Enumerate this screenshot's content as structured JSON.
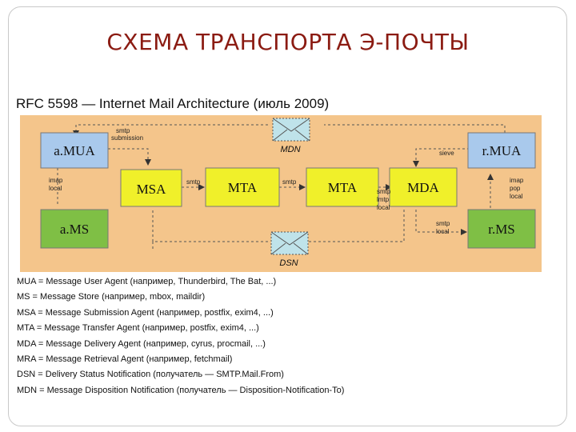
{
  "slide": {
    "title": "СХЕМА ТРАНСПОРТА Э-ПОЧТЫ",
    "subtitle": "RFC 5598 — Internet Mail Architecture (июль 2009)"
  },
  "diagram": {
    "colors": {
      "background": "#f4c58b",
      "blue": "#a9c9ec",
      "yellow": "#f0f02a",
      "green": "#7fbf45",
      "line": "#555555",
      "env_fill": "#bfe3ea"
    },
    "nodes": {
      "amua": "a.MUA",
      "rmua": "r.MUA",
      "msa": "MSA",
      "mta1": "MTA",
      "mta2": "MTA",
      "mda": "MDA",
      "ams": "a.MS",
      "rms": "r.MS"
    },
    "edge_labels": {
      "smtp_submission_1": "smtp",
      "smtp_submission_2": "submission",
      "imap_local_1": "imap",
      "imap_local_2": "local",
      "msa_smtp": "smtp",
      "mta_smtp": "smtp",
      "mda_smtp": "smtp",
      "mda_lmtp": "lmtp",
      "mda_local": "local",
      "sieve": "sieve",
      "smtp_local_1": "smtp",
      "smtp_local_2": "local",
      "imap_pop_local_1": "imap",
      "imap_pop_local_2": "pop",
      "imap_pop_local_3": "local"
    },
    "notifications": {
      "mdn": "MDN",
      "dsn": "DSN"
    }
  },
  "legend": [
    "MUA = Message User Agent (например, Thunderbird, The Bat, ...)",
    "MS = Message Store (например, mbox, maildir)",
    "MSA = Message Submission Agent (например, postfix, exim4, ...)",
    "MTA = Message Transfer Agent (например, postfix, exim4, ...)",
    "MDA = Message Delivery Agent (например, cyrus, procmail, ...)",
    "MRA = Message Retrieval Agent (например, fetchmail)",
    "DSN = Delivery Status Notification (получатель — SMTP.Mail.From)",
    "MDN = Message Disposition Notification (получатель — Disposition-Notification-To)"
  ]
}
